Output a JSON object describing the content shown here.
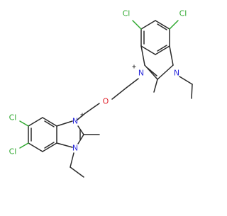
{
  "molecule": {
    "colors": {
      "carbon_bond": "#2a2a2a",
      "nitrogen": "#2b2bdb",
      "oxygen": "#e0202a",
      "chlorine": "#2ea82e"
    },
    "atoms": {
      "cl_top_left": "Cl",
      "cl_top_right": "Cl",
      "n_top_plus": "N",
      "n_top_plus_charge": "+",
      "n_top_ethyl": "N",
      "o_bridge": "O",
      "n_bottom_plus": "N",
      "n_bottom_plus_charge": "+",
      "n_bottom_ethyl": "N",
      "cl_bottom_upper": "Cl",
      "cl_bottom_lower": "Cl"
    }
  }
}
